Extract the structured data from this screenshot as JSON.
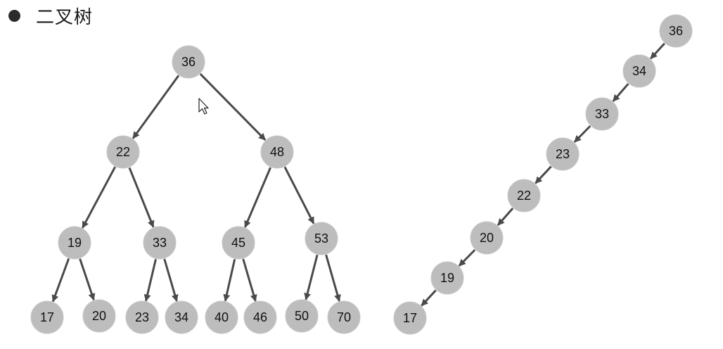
{
  "heading": {
    "title": "二叉树"
  },
  "balanced_tree": {
    "nodes": [
      {
        "id": "b36",
        "label": "36"
      },
      {
        "id": "b22",
        "label": "22"
      },
      {
        "id": "b48",
        "label": "48"
      },
      {
        "id": "b19",
        "label": "19"
      },
      {
        "id": "b33",
        "label": "33"
      },
      {
        "id": "b45",
        "label": "45"
      },
      {
        "id": "b53",
        "label": "53"
      },
      {
        "id": "b17",
        "label": "17"
      },
      {
        "id": "b20",
        "label": "20"
      },
      {
        "id": "b23",
        "label": "23"
      },
      {
        "id": "b34",
        "label": "34"
      },
      {
        "id": "b40",
        "label": "40"
      },
      {
        "id": "b46",
        "label": "46"
      },
      {
        "id": "b50",
        "label": "50"
      },
      {
        "id": "b70",
        "label": "70"
      }
    ],
    "edges": [
      [
        "b36",
        "b22"
      ],
      [
        "b36",
        "b48"
      ],
      [
        "b22",
        "b19"
      ],
      [
        "b22",
        "b33"
      ],
      [
        "b48",
        "b45"
      ],
      [
        "b48",
        "b53"
      ],
      [
        "b19",
        "b17"
      ],
      [
        "b19",
        "b20"
      ],
      [
        "b33",
        "b23"
      ],
      [
        "b33",
        "b34"
      ],
      [
        "b45",
        "b40"
      ],
      [
        "b45",
        "b46"
      ],
      [
        "b53",
        "b50"
      ],
      [
        "b53",
        "b70"
      ]
    ]
  },
  "degenerate_tree": {
    "nodes": [
      {
        "id": "d36",
        "label": "36"
      },
      {
        "id": "d34",
        "label": "34"
      },
      {
        "id": "d33",
        "label": "33"
      },
      {
        "id": "d23",
        "label": "23"
      },
      {
        "id": "d22",
        "label": "22"
      },
      {
        "id": "d20",
        "label": "20"
      },
      {
        "id": "d19",
        "label": "19"
      },
      {
        "id": "d17",
        "label": "17"
      }
    ],
    "edges": [
      [
        "d36",
        "d34"
      ],
      [
        "d34",
        "d33"
      ],
      [
        "d33",
        "d23"
      ],
      [
        "d23",
        "d22"
      ],
      [
        "d22",
        "d20"
      ],
      [
        "d20",
        "d19"
      ],
      [
        "d19",
        "d17"
      ]
    ]
  },
  "colors": {
    "node_fill": "#bdbdbd",
    "edge": "#4a4a4a",
    "text": "#111111"
  },
  "icons": {
    "bullet": "filled-circle-icon",
    "cursor": "mouse-pointer-icon"
  }
}
